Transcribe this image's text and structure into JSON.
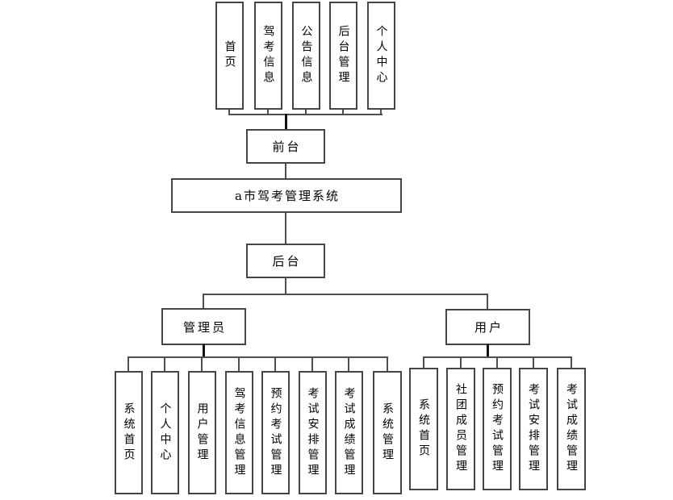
{
  "root": {
    "label": "a市驾考管理系统"
  },
  "front": {
    "label": "前台"
  },
  "back": {
    "label": "后台"
  },
  "front_pages": [
    "首页",
    "驾考信息",
    "公告信息",
    "后台管理",
    "个人中心"
  ],
  "roles": {
    "admin": "管理员",
    "user": "用户"
  },
  "admin_modules": [
    "系统首页",
    "个人中心",
    "用户管理",
    "驾考信息管理",
    "预约考试管理",
    "考试安排管理",
    "考试成绩管理",
    "系统管理"
  ],
  "user_modules": [
    "系统首页",
    "社团成员管理",
    "预约考试管理",
    "考试安排管理",
    "考试成绩管理"
  ],
  "colors": {
    "background": "#ffffff",
    "border": "#454545",
    "line": "#4f4f4f",
    "thick_line": "#121212",
    "text": "#000000"
  }
}
